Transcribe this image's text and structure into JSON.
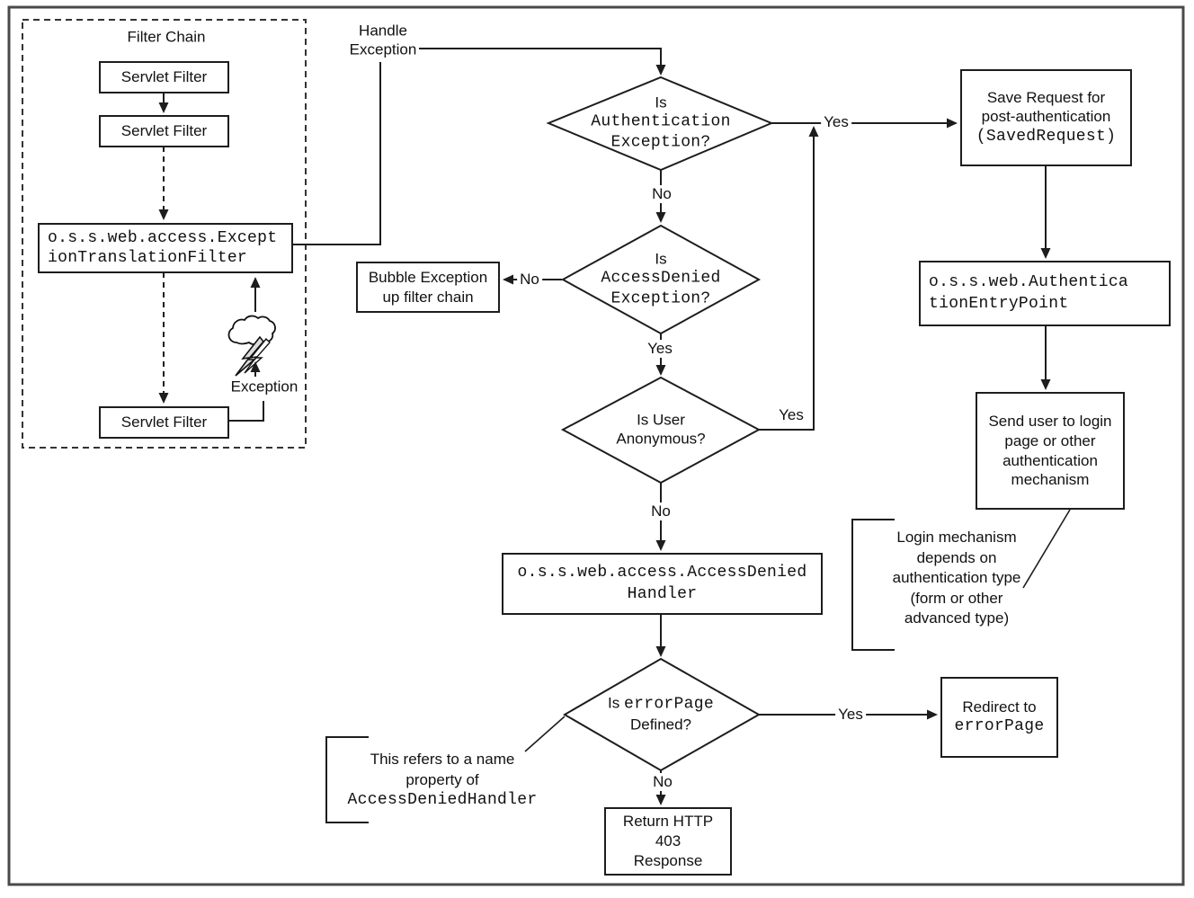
{
  "filter_chain": {
    "title": "Filter Chain",
    "servlet_filters": [
      "Servlet Filter",
      "Servlet Filter",
      "Servlet Filter"
    ],
    "translation_filter": {
      "lines": [
        "o.s.s.web.access.Except",
        "ionTranslationFilter"
      ]
    },
    "exception_label": "Exception"
  },
  "entry": {
    "handle_exception": {
      "lines": [
        "Handle",
        "Exception"
      ]
    }
  },
  "decisions": {
    "is_authentication_exception": {
      "line1": "Is",
      "line2": "Authentication",
      "line3": "Exception?",
      "yes": "Yes",
      "no": "No"
    },
    "is_access_denied_exception": {
      "line1": "Is",
      "line2": "AccessDenied",
      "line3": "Exception?",
      "yes": "Yes",
      "no": "No"
    },
    "is_user_anonymous": {
      "line1": "Is User",
      "line2": "Anonymous?",
      "yes": "Yes",
      "no": "No"
    },
    "is_error_page_defined": {
      "line1_sans": "Is",
      "line1_mono": "errorPage",
      "line2": "Defined?",
      "yes": "Yes",
      "no": "No"
    }
  },
  "boxes": {
    "bubble_exception": {
      "lines": [
        "Bubble Exception",
        "up filter chain"
      ]
    },
    "save_request": {
      "lines_sans": [
        "Save Request for",
        "post-authentication"
      ],
      "line_mono": "(SavedRequest)"
    },
    "authentication_entry_point": {
      "lines": [
        "o.s.s.web.Authentica",
        "tionEntryPoint"
      ]
    },
    "send_user_login": {
      "lines": [
        "Send user to login",
        "page or other",
        "authentication",
        "mechanism"
      ]
    },
    "access_denied_handler": {
      "lines": [
        "o.s.s.web.access.AccessDenied",
        "Handler"
      ]
    },
    "redirect_error_page": {
      "line_sans": "Redirect to",
      "line_mono": "errorPage"
    },
    "return_403": {
      "lines": [
        "Return HTTP",
        "403",
        "Response"
      ]
    }
  },
  "notes": {
    "login_mechanism": {
      "lines": [
        "Login mechanism",
        "depends on",
        "authentication type",
        "(form or other",
        "advanced type)"
      ]
    },
    "error_page_name": {
      "lines_sans": [
        "This refers to a name",
        "property of"
      ],
      "line_mono": "AccessDeniedHandler"
    }
  },
  "colors": {
    "line": "#1d1d1d",
    "background": "#ffffff",
    "bolt_fill": "#dcdcdc"
  }
}
